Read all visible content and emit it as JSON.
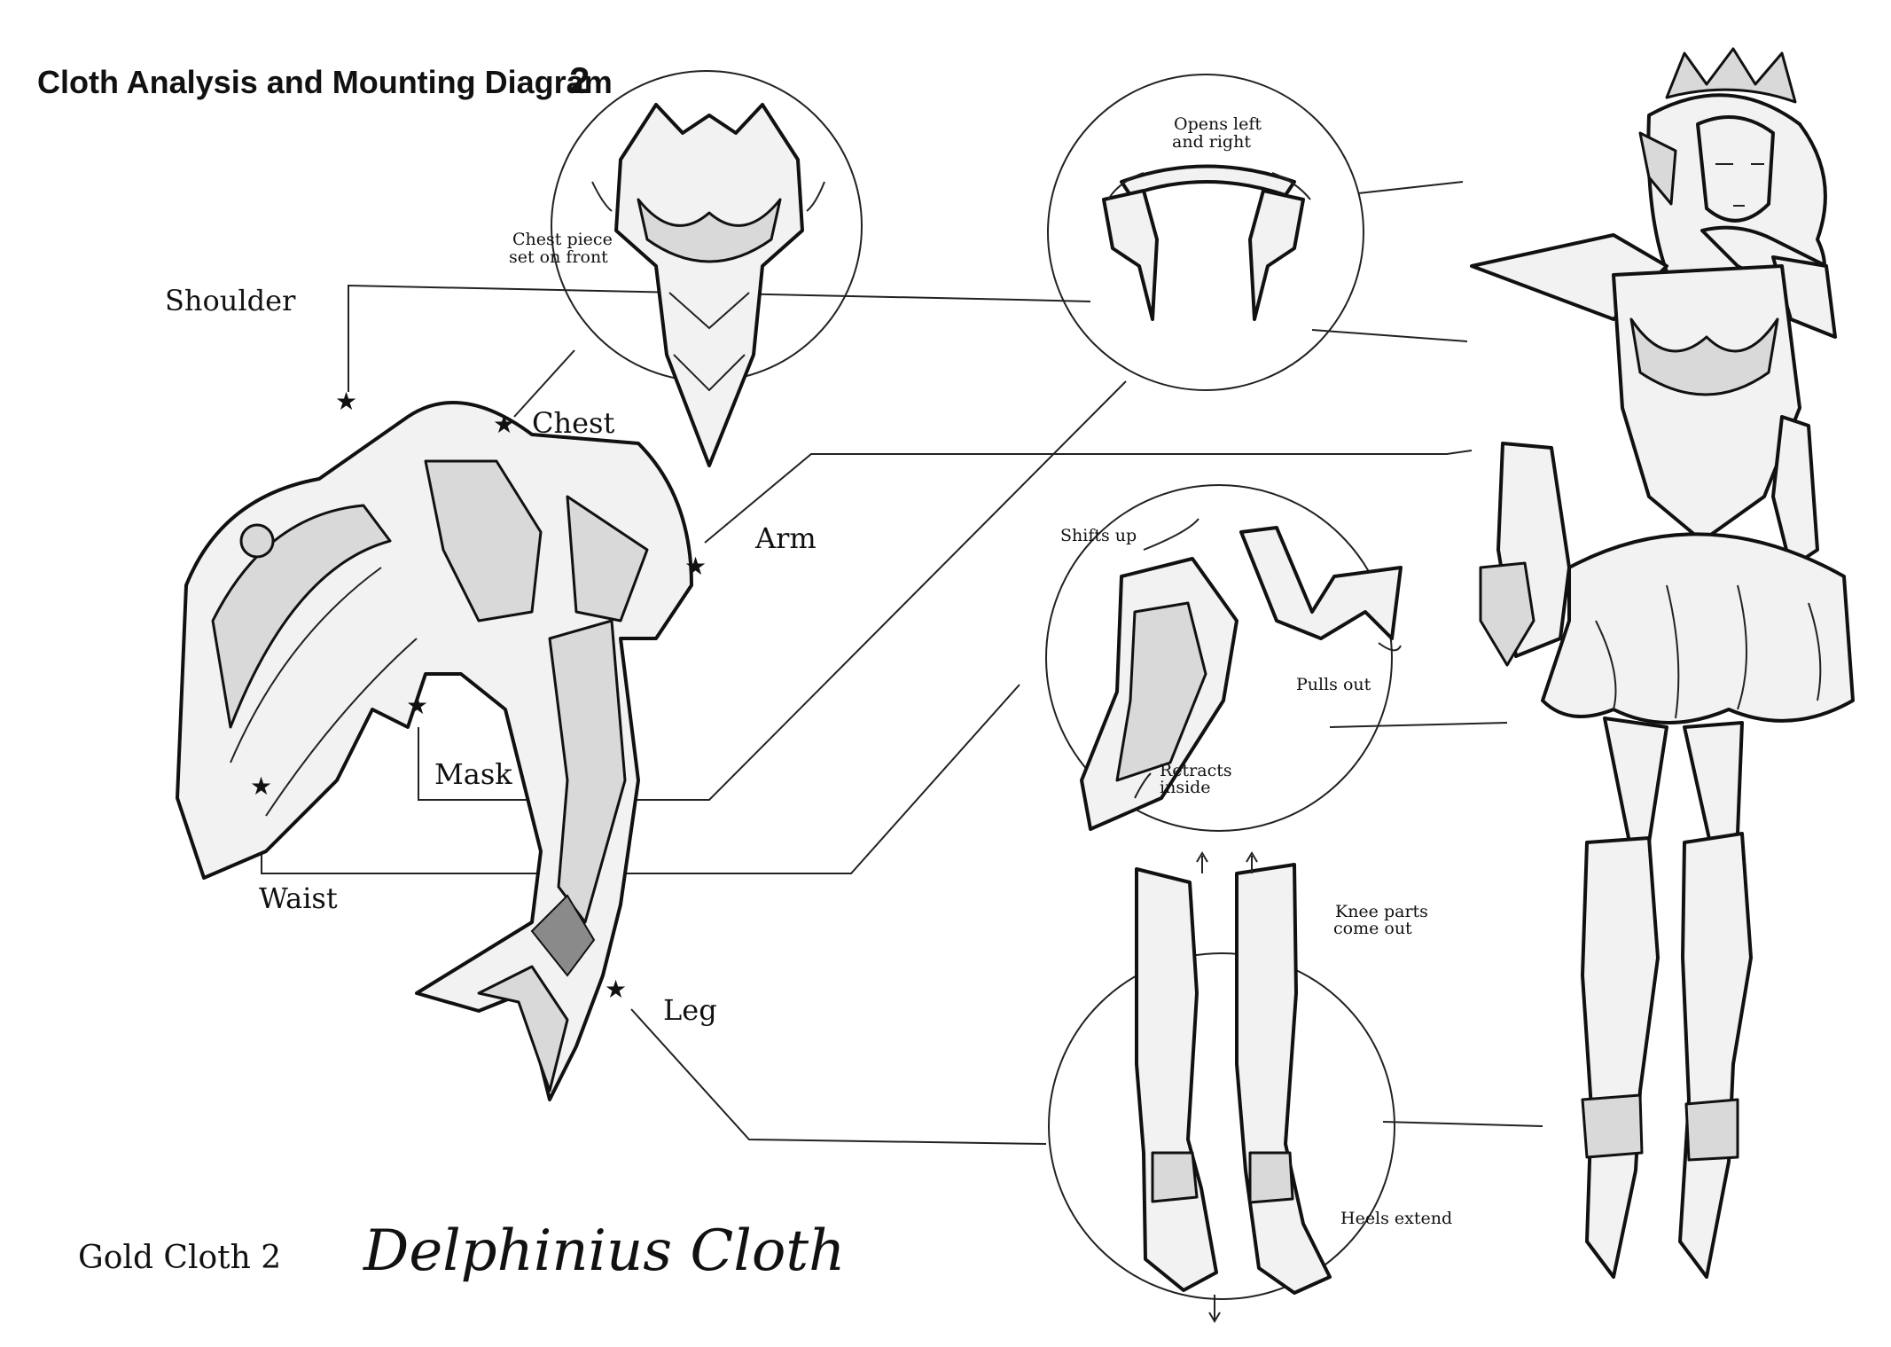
{
  "title": "Cloth Analysis and Mounting Diagram",
  "title_number": "2",
  "subtitle": "Gold Cloth 2",
  "cloth_name": "Delphinius Cloth",
  "star_glyph": "★",
  "parts": {
    "shoulder": "Shoulder",
    "chest": "Chest",
    "arm": "Arm",
    "mask": "Mask",
    "waist": "Waist",
    "leg": "Leg"
  },
  "notes": {
    "chest_line1": "Chest piece",
    "chest_line2": "set on front",
    "mask_line1": "Opens left",
    "mask_line2": "and right",
    "arm_shifts": "Shifts up",
    "arm_pulls": "Pulls out",
    "arm_retracts_line1": "Retracts",
    "arm_retracts_line2": "inside",
    "leg_knee_line1": "Knee parts",
    "leg_knee_line2": "come out",
    "leg_heels": "Heels extend"
  },
  "colors": {
    "ink": "#111111",
    "paper": "#ffffff",
    "armor": "#f2f2f2"
  }
}
